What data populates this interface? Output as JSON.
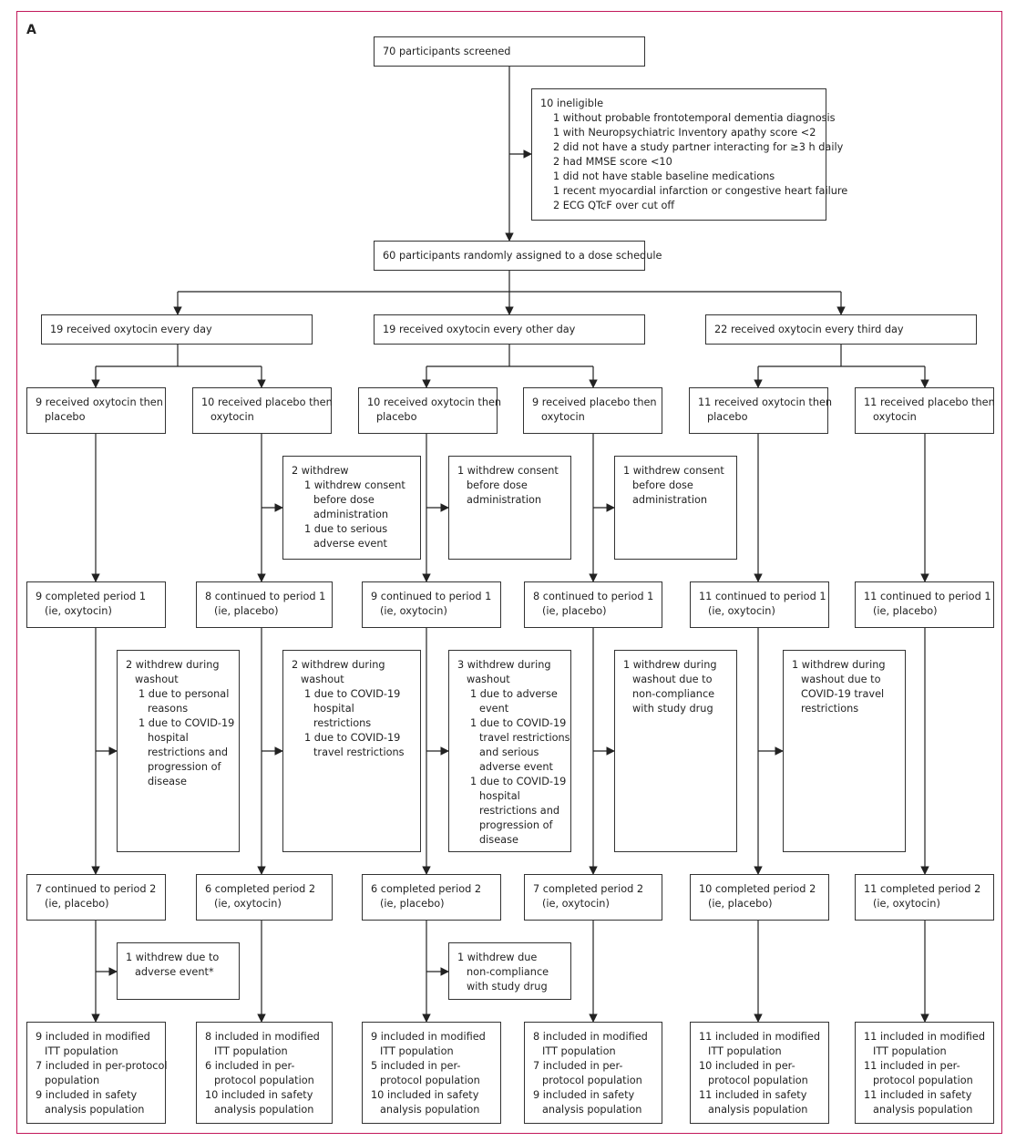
{
  "panel_label": "A",
  "nodes": {
    "screened": [
      "70 participants screened"
    ],
    "ineligible": [
      "10 ineligible",
      "1 without probable frontotemporal dementia diagnosis",
      "1 with Neuropsychiatric Inventory apathy score <2",
      "2 did not have a study partner interacting for ≥3 h daily",
      "2 had MMSE score <10",
      "1 did not have stable baseline medications",
      "1 recent myocardial infarction or congestive heart failure",
      "2 ECG QTcF over cut off"
    ],
    "randomised": [
      "60 participants randomly assigned to a dose schedule"
    ],
    "arm_daily": [
      "19 received oxytocin every day"
    ],
    "arm_other": [
      "19 received oxytocin every other day"
    ],
    "arm_third": [
      "22 received oxytocin every third day"
    ],
    "seq": [
      [
        "9 received oxytocin then",
        "placebo"
      ],
      [
        "10 received placebo then",
        "oxytocin"
      ],
      [
        "10 received oxytocin then",
        "placebo"
      ],
      [
        "9 received placebo then",
        "oxytocin"
      ],
      [
        "11 received oxytocin then",
        "placebo"
      ],
      [
        "11 received placebo then",
        "oxytocin"
      ]
    ],
    "wd1": [
      [],
      [
        "2 withdrew",
        "1 withdrew consent",
        "before dose",
        "administration",
        "1 due to serious",
        "adverse event"
      ],
      [
        "1 withdrew consent",
        "before dose",
        "administration"
      ],
      [
        "1 withdrew consent",
        "before dose",
        "administration"
      ],
      [],
      []
    ],
    "p1": [
      [
        "9 completed period 1",
        "(ie, oxytocin)"
      ],
      [
        "8 continued to period 1",
        "(ie, placebo)"
      ],
      [
        "9 continued to period 1",
        "(ie, oxytocin)"
      ],
      [
        "8 continued to period 1",
        "(ie, placebo)"
      ],
      [
        "11 continued to period 1",
        "(ie, oxytocin)"
      ],
      [
        "11 continued to period 1",
        "(ie, placebo)"
      ]
    ],
    "wd2": [
      [
        "2 withdrew during",
        "washout",
        "1 due to personal",
        "reasons",
        "1 due to COVID-19",
        "hospital",
        "restrictions and",
        "progression of",
        "disease"
      ],
      [
        "2 withdrew during",
        "washout",
        "1 due to COVID-19",
        "hospital",
        "restrictions",
        "1 due to COVID-19",
        "travel restrictions"
      ],
      [
        "3 withdrew during",
        "washout",
        "1 due to adverse",
        "event",
        "1 due to COVID-19",
        "travel restrictions",
        "and serious",
        "adverse event",
        "1 due to COVID-19",
        "hospital",
        "restrictions and",
        "progression of",
        "disease"
      ],
      [
        "1 withdrew during",
        "washout due to",
        "non-compliance",
        "with study drug"
      ],
      [
        "1 withdrew during",
        "washout due to",
        "COVID-19 travel",
        "restrictions"
      ],
      []
    ],
    "p2": [
      [
        "7 continued to period 2",
        "(ie, placebo)"
      ],
      [
        "6 completed period 2",
        "(ie, oxytocin)"
      ],
      [
        "6 completed period 2",
        "(ie, placebo)"
      ],
      [
        "7 completed period 2",
        "(ie, oxytocin)"
      ],
      [
        "10 completed period 2",
        "(ie, placebo)"
      ],
      [
        "11 completed period 2",
        "(ie, oxytocin)"
      ]
    ],
    "wd3": [
      [
        "1 withdrew due to",
        "adverse event*"
      ],
      [],
      [
        "1 withdrew due",
        "non-compliance",
        "with study drug"
      ],
      [],
      [],
      []
    ],
    "final": [
      [
        "9 included in modified",
        "ITT population",
        "7 included in per-protocol",
        "population",
        "9 included in safety",
        "analysis population"
      ],
      [
        "8 included in modified",
        "ITT population",
        "6 included in per-",
        "protocol population",
        "10 included in safety",
        "analysis population"
      ],
      [
        "9 included in modified",
        "ITT population",
        "5 included in per-",
        "protocol population",
        "10 included in safety",
        "analysis population"
      ],
      [
        "8 included in modified",
        "ITT population",
        "7 included in per-",
        "protocol population",
        "9 included in safety",
        "analysis population"
      ],
      [
        "11 included in modified",
        "ITT population",
        "10 included in per-",
        "protocol population",
        "11 included in safety",
        "analysis population"
      ],
      [
        "11 included in modified",
        "ITT population",
        "11 included in per-",
        "protocol population",
        "11 included in safety",
        "analysis population"
      ]
    ]
  }
}
